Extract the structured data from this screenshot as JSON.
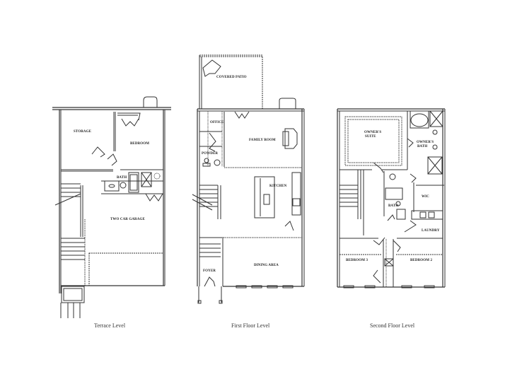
{
  "plans": [
    {
      "caption": "Terrace Level",
      "rooms": {
        "storage": "STORAGE",
        "bedroom": "BEDROOM",
        "bath": "BATH",
        "garage": "TWO CAR GARAGE"
      }
    },
    {
      "caption": "First Floor Level",
      "rooms": {
        "covered_patio": "COVERED PATIO",
        "office": "OFFICE",
        "family_room": "FAMILY ROOM",
        "powder": "POWDER",
        "kitchen": "KITCHEN",
        "dining_area": "DINING AREA",
        "foyer": "FOYER"
      }
    },
    {
      "caption": "Second Floor Level",
      "rooms": {
        "owners_suite_1": "OWNER'S",
        "owners_suite_2": "SUITE",
        "owners_bath_1": "OWNER'S",
        "owners_bath_2": "BATH",
        "bath": "BATH",
        "wic": "WIC",
        "laundry": "LAUNDRY",
        "bedroom_3": "BEDROOM 3",
        "bedroom_2": "BEDROOM 2"
      }
    }
  ],
  "colors": {
    "line": "#333333",
    "background": "#ffffff"
  }
}
